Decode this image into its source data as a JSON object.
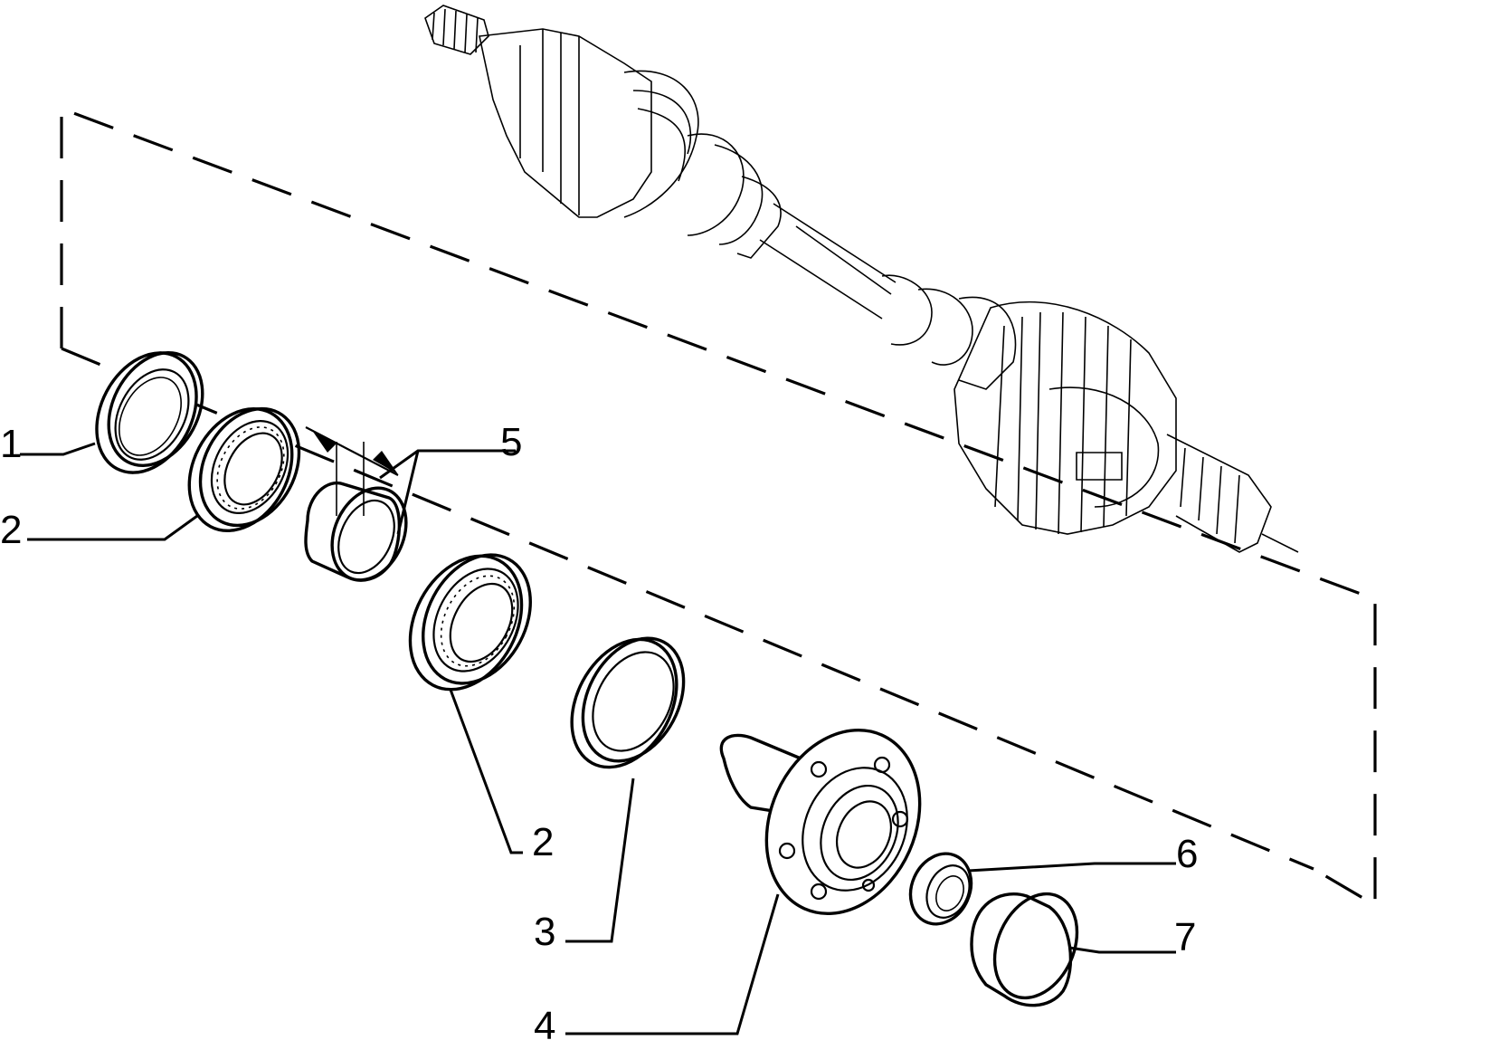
{
  "labels": {
    "p1": "1",
    "p2a": "2",
    "p2b": "2",
    "p3": "3",
    "p4": "4",
    "p5": "5",
    "p6": "6",
    "p7": "7"
  }
}
